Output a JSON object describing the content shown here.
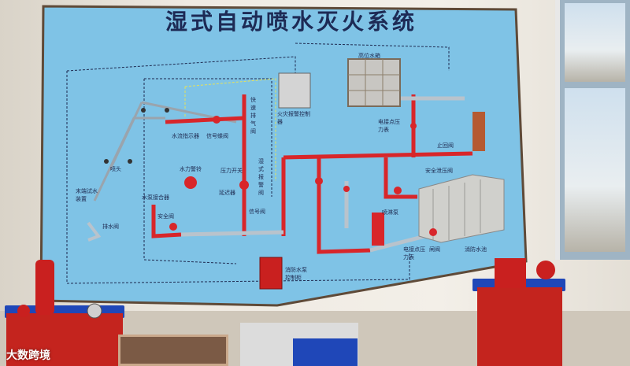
{
  "poster": {
    "title": "湿式自动喷水灭火系统",
    "labels": {
      "sprinkler": "喷头",
      "flow_indicator": "水流指示器",
      "signal_valve": "信号蝶阀",
      "exhaust_valve": "快速排气阀",
      "fire_panel": "火灾报警控制器",
      "roof_tank": "高位水箱",
      "pressure_switch_top": "电接点压力表",
      "stop_valve": "止回阀",
      "end_test": "末端试水装置",
      "drain_valve": "排水阀",
      "water_bell": "水力警铃",
      "pressure_switch": "压力开关",
      "delay_device": "延迟器",
      "alarm_valve": "湿式报警阀",
      "signal_valve_2": "信号阀",
      "adapter": "水泵接合器",
      "safety_valve": "安全阀",
      "relief_valve": "安全泄压阀",
      "pump": "喷淋泵",
      "pump_cabinet": "消防水泵控制柜",
      "pressure_gauge": "电接点压力表",
      "gate_valve": "闸阀",
      "fire_tank": "消防水池"
    }
  },
  "watermark": "大数跨境",
  "colors": {
    "board_blue": "#7fc3e6",
    "pipe_red": "#d8262a",
    "pipe_grey": "#b9c3cc",
    "title_navy": "#1d2a55",
    "stand_red": "#c4241e",
    "stand_blue": "#1f47b8"
  }
}
